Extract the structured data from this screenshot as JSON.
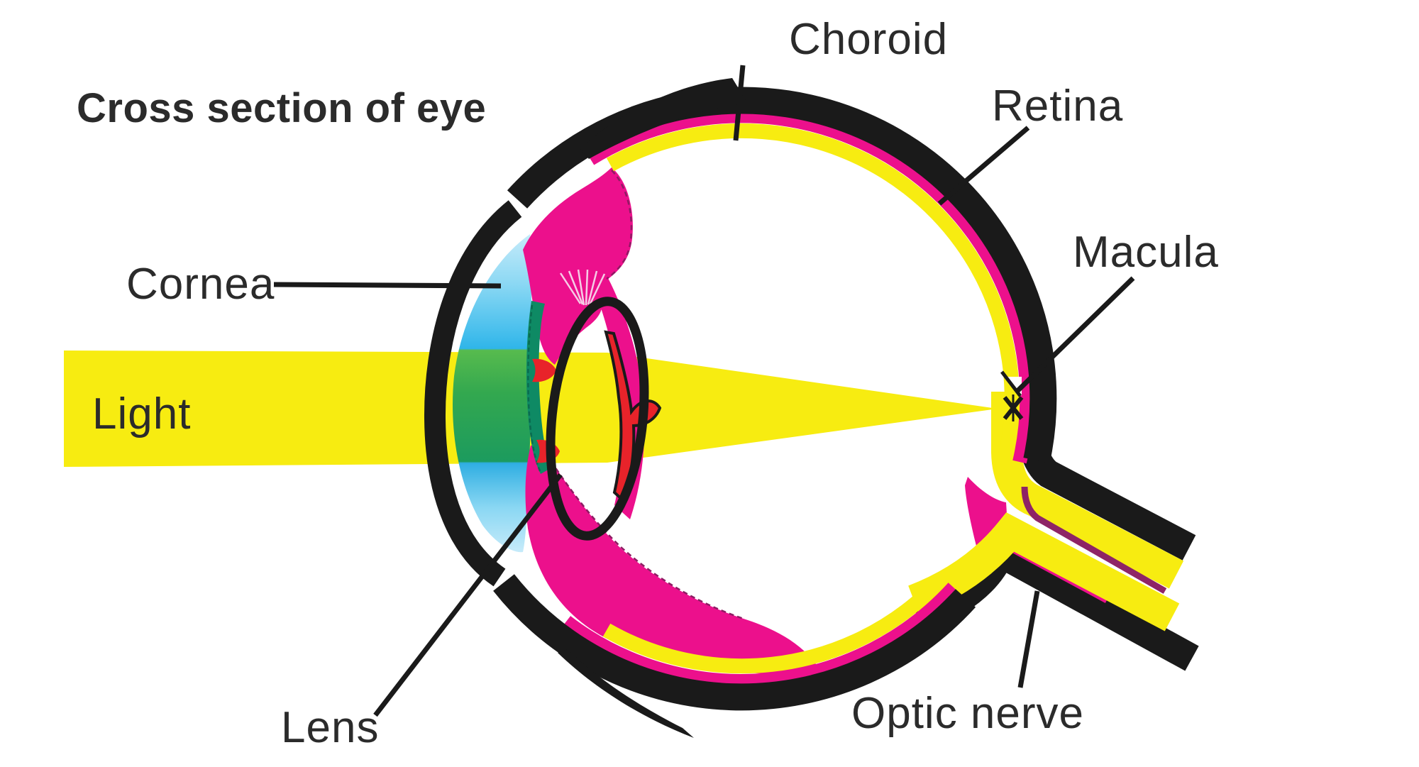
{
  "figure": {
    "title": "Cross section of eye"
  },
  "labels": {
    "choroid": "Choroid",
    "retina": "Retina",
    "macula": "Macula",
    "cornea": "Cornea",
    "light": "Light",
    "lens": "Lens",
    "optic_nerve": "Optic nerve"
  },
  "colors": {
    "background": "#FFFFFF",
    "outline_black": "#1A1A1A",
    "sclera_black": "#1A1A1A",
    "choroid_magenta": "#EC108C",
    "retina_yellow": "#F7EC11",
    "light_beam_yellow": "#F7EC11",
    "optic_nerve_yellow": "#F7EC11",
    "nerve_separator_dark_magenta": "#8E2466",
    "cornea_cyan": "#3FBCEC",
    "cornea_green": "#2FA54F",
    "iris_teal": "#0E8A64",
    "iris_red": "#E8232A",
    "zonule_pink": "#F6CCE6",
    "text": "#2B2B2B"
  }
}
